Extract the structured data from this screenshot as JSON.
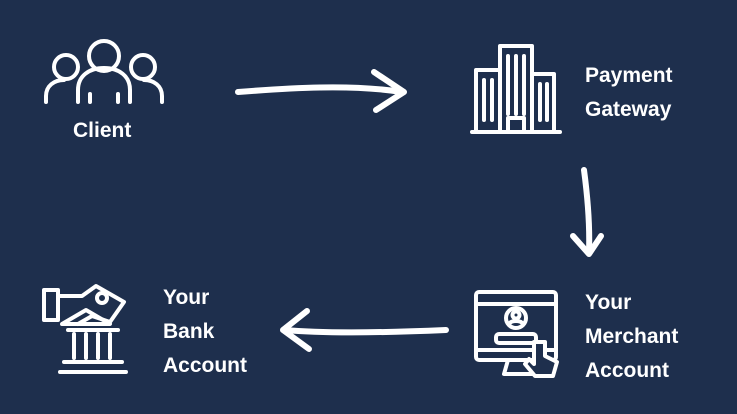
{
  "colors": {
    "background": "#1e2f4d",
    "foreground": "#ffffff"
  },
  "nodes": {
    "client": {
      "icon": "people-group-icon",
      "lines": [
        "Client"
      ]
    },
    "gateway": {
      "icon": "office-buildings-icon",
      "lines": [
        "Payment",
        "Gateway"
      ]
    },
    "merchant": {
      "icon": "computer-profile-click-icon",
      "lines": [
        "Your",
        "Merchant",
        "Account"
      ]
    },
    "bank": {
      "icon": "bank-hand-cash-icon",
      "lines": [
        "Your",
        "Bank",
        "Account"
      ]
    }
  }
}
